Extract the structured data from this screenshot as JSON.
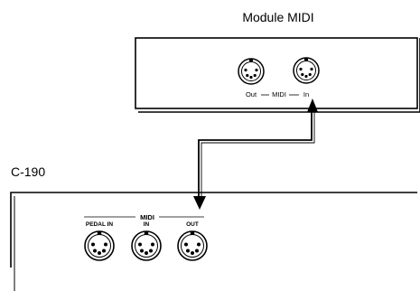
{
  "module": {
    "title": "Module MIDI",
    "out_label": "Out",
    "midi_label": "MIDI",
    "in_label": "In"
  },
  "c190": {
    "title": "C-190",
    "midi_group_label": "MIDI",
    "pedal_in_label": "PEDAL IN",
    "in_label": "IN",
    "out_label": "OUT"
  },
  "icons": {
    "connector": "din-5pin-midi-connector-icon",
    "arrow": "arrow-down-icon"
  }
}
